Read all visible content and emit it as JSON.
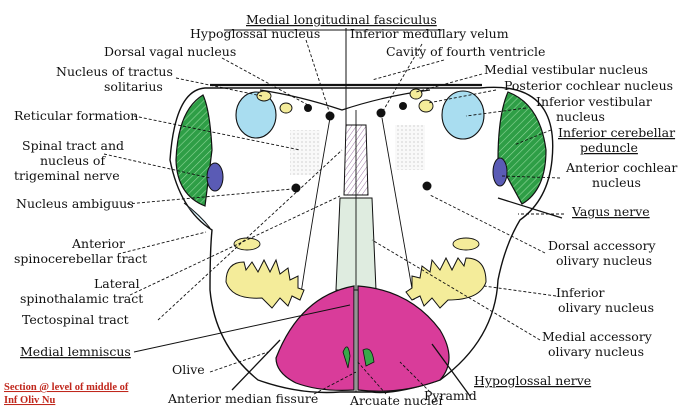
{
  "labels": {
    "medial_longitudinal_fasciculus": "Medial longitudinal fasciculus",
    "hypoglossal_nucleus": "Hypoglossal nucleus",
    "inferior_medullary_velum": "Inferior medullary velum",
    "dorsal_vagal_nucleus": "Dorsal vagal nucleus",
    "cavity_of_fourth_ventricle": "Cavity of fourth ventricle",
    "nucleus_of_tractus_line1": "Nucleus of tractus",
    "nucleus_of_tractus_line2": "solitarius",
    "medial_vestibular_nucleus": "Medial vestibular nucleus",
    "posterior_cochlear_nucleus": "Posterior cochlear nucleus",
    "inferior_vestibular_line1": "Inferior vestibular",
    "inferior_vestibular_line2": "nucleus",
    "reticular_formation": "Reticular formation",
    "inferior_cerebellar_line1": "Inferior cerebellar",
    "inferior_cerebellar_line2": "peduncle",
    "spinal_tract_line1": "Spinal tract and",
    "spinal_tract_line2": "nucleus of",
    "spinal_tract_line3": "trigeminal nerve",
    "anterior_cochlear_line1": "Anterior cochlear",
    "anterior_cochlear_line2": "nucleus",
    "nucleus_ambiguus": "Nucleus ambiguus",
    "vagus_nerve": "Vagus nerve",
    "anterior_spinocerebellar_line1": "Anterior",
    "anterior_spinocerebellar_line2": "spinocerebellar tract",
    "dorsal_accessory_line1": "Dorsal accessory",
    "dorsal_accessory_line2": "olivary nucleus",
    "lateral_spinothalamic_line1": "Lateral",
    "lateral_spinothalamic_line2": "spinothalamic tract",
    "inferior_olivary_line1": "Inferior",
    "inferior_olivary_line2": "olivary nucleus",
    "tectospinal_tract": "Tectospinal tract",
    "medial_accessory_line1": "Medial accessory",
    "medial_accessory_line2": "olivary nucleus",
    "medial_lemniscus": "Medial lemniscus",
    "olive": "Olive",
    "hypoglossal_nerve": "Hypoglossal nerve",
    "pyramid": "Pyramid",
    "anterior_median_fissure": "Anterior median fissure",
    "arcuate_nuclei": "Arcuate nuclei"
  },
  "caption": {
    "line1": "Section @ level of middle of",
    "line2": "Inf Oliv Nu"
  },
  "colors": {
    "peduncle_green": "#2e9e46",
    "trigeminal_blue": "#5a5bb5",
    "vestibular_blue": "#a9ddf0",
    "nucleus_yellow": "#f4ec9a",
    "pyramid_magenta": "#d93c9a",
    "olive_green": "#3aa84a",
    "ml_stripe_purple": "#a07aa8",
    "caption_red": "#c0271c"
  }
}
